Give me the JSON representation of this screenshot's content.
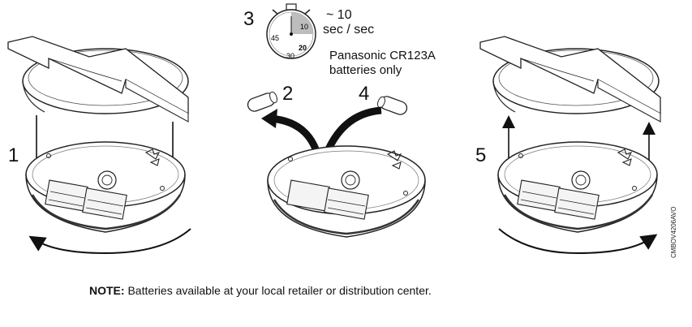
{
  "steps": {
    "s1": "1",
    "s2": "2",
    "s3": "3",
    "s4": "4",
    "s5": "5"
  },
  "timer": {
    "tick_45": "45",
    "tick_10": "10",
    "tick_20": "20",
    "tick_30": "30",
    "duration_line1": "~ 10",
    "duration_line2": "sec / sec"
  },
  "battery_type": {
    "line1": "Panasonic CR123A",
    "line2": "batteries only"
  },
  "note": {
    "label": "NOTE:",
    "text": " Batteries available at your local retailer or distribution center."
  },
  "figure_code": "CMBOV4206AVO"
}
